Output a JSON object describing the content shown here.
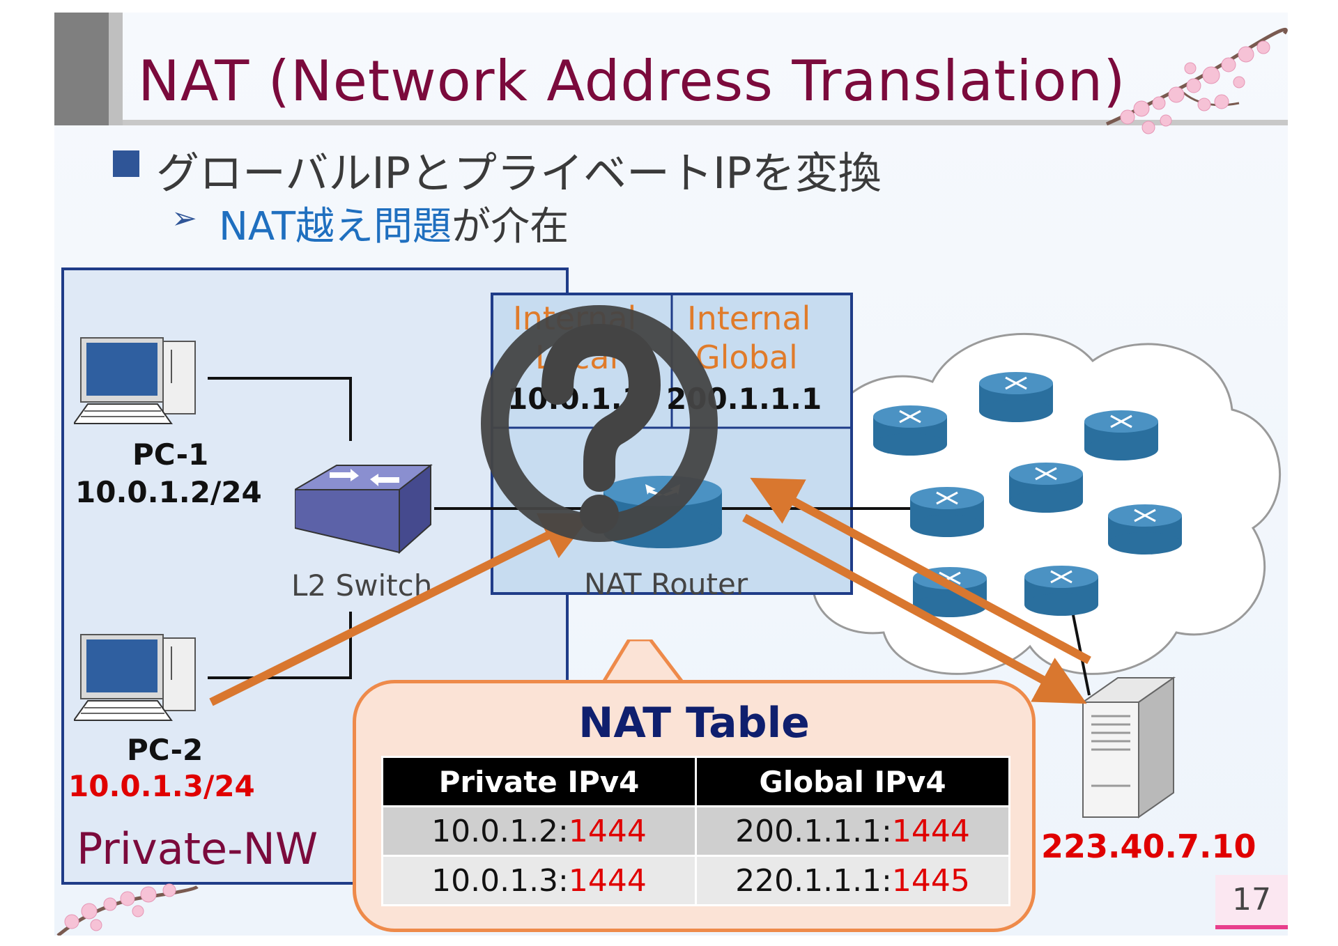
{
  "title": "NAT (Network Address Translation)",
  "bullets": {
    "level1": "グローバルIPとプライベートIPを変換",
    "level2_highlight": "NAT越え問題",
    "level2_rest": "が介在"
  },
  "pc1": {
    "name": "PC-1",
    "ip": "10.0.1.2/24"
  },
  "pc2": {
    "name": "PC-2",
    "ip": "10.0.1.3/24"
  },
  "switch_label": "L2 Switch",
  "private_nw_label": "Private-NW",
  "nat_router": {
    "col1_line1": "Internal",
    "col1_line2": "Local",
    "col2_line1": "Internal",
    "col2_line2": "Global",
    "col1_ip": "10.0.1.1",
    "col2_ip": "200.1.1.1",
    "router_label": "NAT Router"
  },
  "nat_table": {
    "title": "NAT Table",
    "headers": [
      "Private IPv4",
      "Global IPv4"
    ],
    "rows": [
      {
        "private_ip": "10.0.1.2:",
        "private_port": "1444",
        "global_ip": "200.1.1.1:",
        "global_port": "1444"
      },
      {
        "private_ip": "10.0.1.3:",
        "private_port": "1444",
        "global_ip": "220.1.1.1:",
        "global_port": "1445"
      }
    ]
  },
  "server_ip": "223.40.7.10",
  "page_number": "17",
  "colors": {
    "title": "#7b0a3c",
    "accent_blue": "#2f5597",
    "arrow_orange": "#d9772f",
    "red": "#e00000",
    "router_blue": "#2a6f9e"
  },
  "icons": [
    "pc-icon",
    "switch-icon",
    "router-icon",
    "server-icon",
    "cloud-icon",
    "question-mark-icon",
    "sakura-decoration"
  ]
}
